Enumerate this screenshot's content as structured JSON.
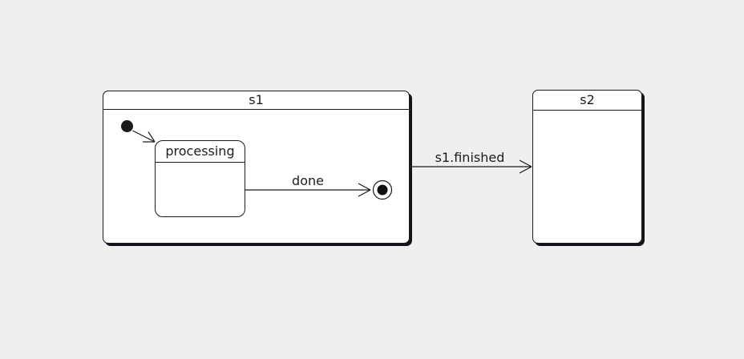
{
  "diagram": {
    "type": "uml-state-machine",
    "states": [
      {
        "id": "s1",
        "label": "s1",
        "kind": "composite"
      },
      {
        "id": "s2",
        "label": "s2",
        "kind": "simple"
      },
      {
        "id": "processing",
        "label": "processing",
        "kind": "simple",
        "parent": "s1"
      }
    ],
    "pseudostates": [
      {
        "id": "initial",
        "kind": "initial-state",
        "parent": "s1"
      },
      {
        "id": "final",
        "kind": "final-state",
        "parent": "s1"
      }
    ],
    "transitions": [
      {
        "id": "t-initial",
        "from": "initial",
        "to": "processing",
        "label": ""
      },
      {
        "id": "t-done",
        "from": "processing",
        "to": "final",
        "label": "done"
      },
      {
        "id": "t-finished",
        "from": "s1",
        "to": "s2",
        "label": "s1.finished"
      }
    ],
    "colors": {
      "background": "#efefef",
      "state_fill": "#ffffff",
      "stroke": "#1a1a1a",
      "shadow": "#14141e",
      "text": "#1c1c1c"
    }
  }
}
